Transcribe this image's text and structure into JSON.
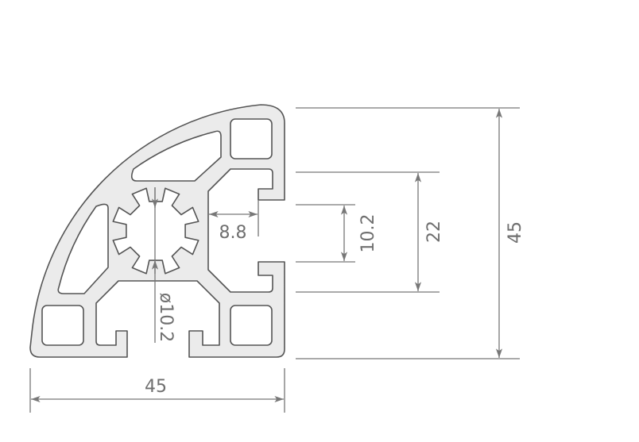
{
  "colors": {
    "profile_fill": "#ebebeb",
    "outline": "#555555",
    "dimension": "#777777"
  },
  "dimensions": {
    "width": "45",
    "height": "45",
    "slot_span": "22",
    "slot_opening": "10.2",
    "slot_depth": "8.8",
    "center_bore": "ø10.2"
  }
}
